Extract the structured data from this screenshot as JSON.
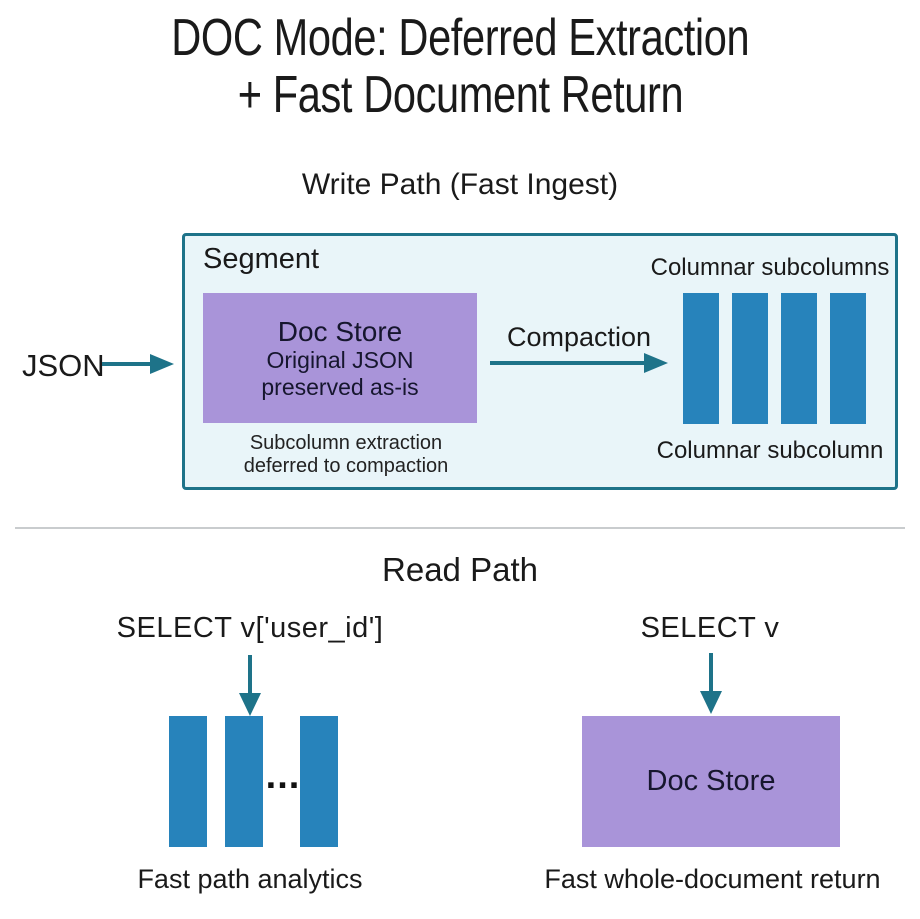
{
  "colors": {
    "teal": "#1e7389",
    "segment_bg": "#e9f5f9",
    "purple": "#a994d9",
    "blue": "#2783bb",
    "text": "#1a1a1a",
    "divider": "#c9ccce"
  },
  "title": {
    "line1": "DOC Mode: Deferred Extraction",
    "line2": "+ Fast Document Return"
  },
  "write_path": {
    "heading": "Write Path (Fast Ingest)",
    "input_label": "JSON",
    "segment_label": "Segment",
    "doc_store": {
      "title": "Doc Store",
      "subtitle_line1": "Original JSON",
      "subtitle_line2": "preserved as-is"
    },
    "segment_caption_line1": "Subcolumn extraction",
    "segment_caption_line2": "deferred to compaction",
    "compaction_label": "Compaction",
    "columns_label_top": "Columnar subcolumns",
    "columns_label_bottom": "Columnar subcolumn",
    "column_count": 4
  },
  "read_path": {
    "heading": "Read Path",
    "left": {
      "query": "SELECT v['user_id']",
      "ellipsis": "...",
      "column_count": 3,
      "caption": "Fast path analytics"
    },
    "right": {
      "query": "SELECT v",
      "box_label": "Doc Store",
      "caption": "Fast whole-document return"
    }
  }
}
